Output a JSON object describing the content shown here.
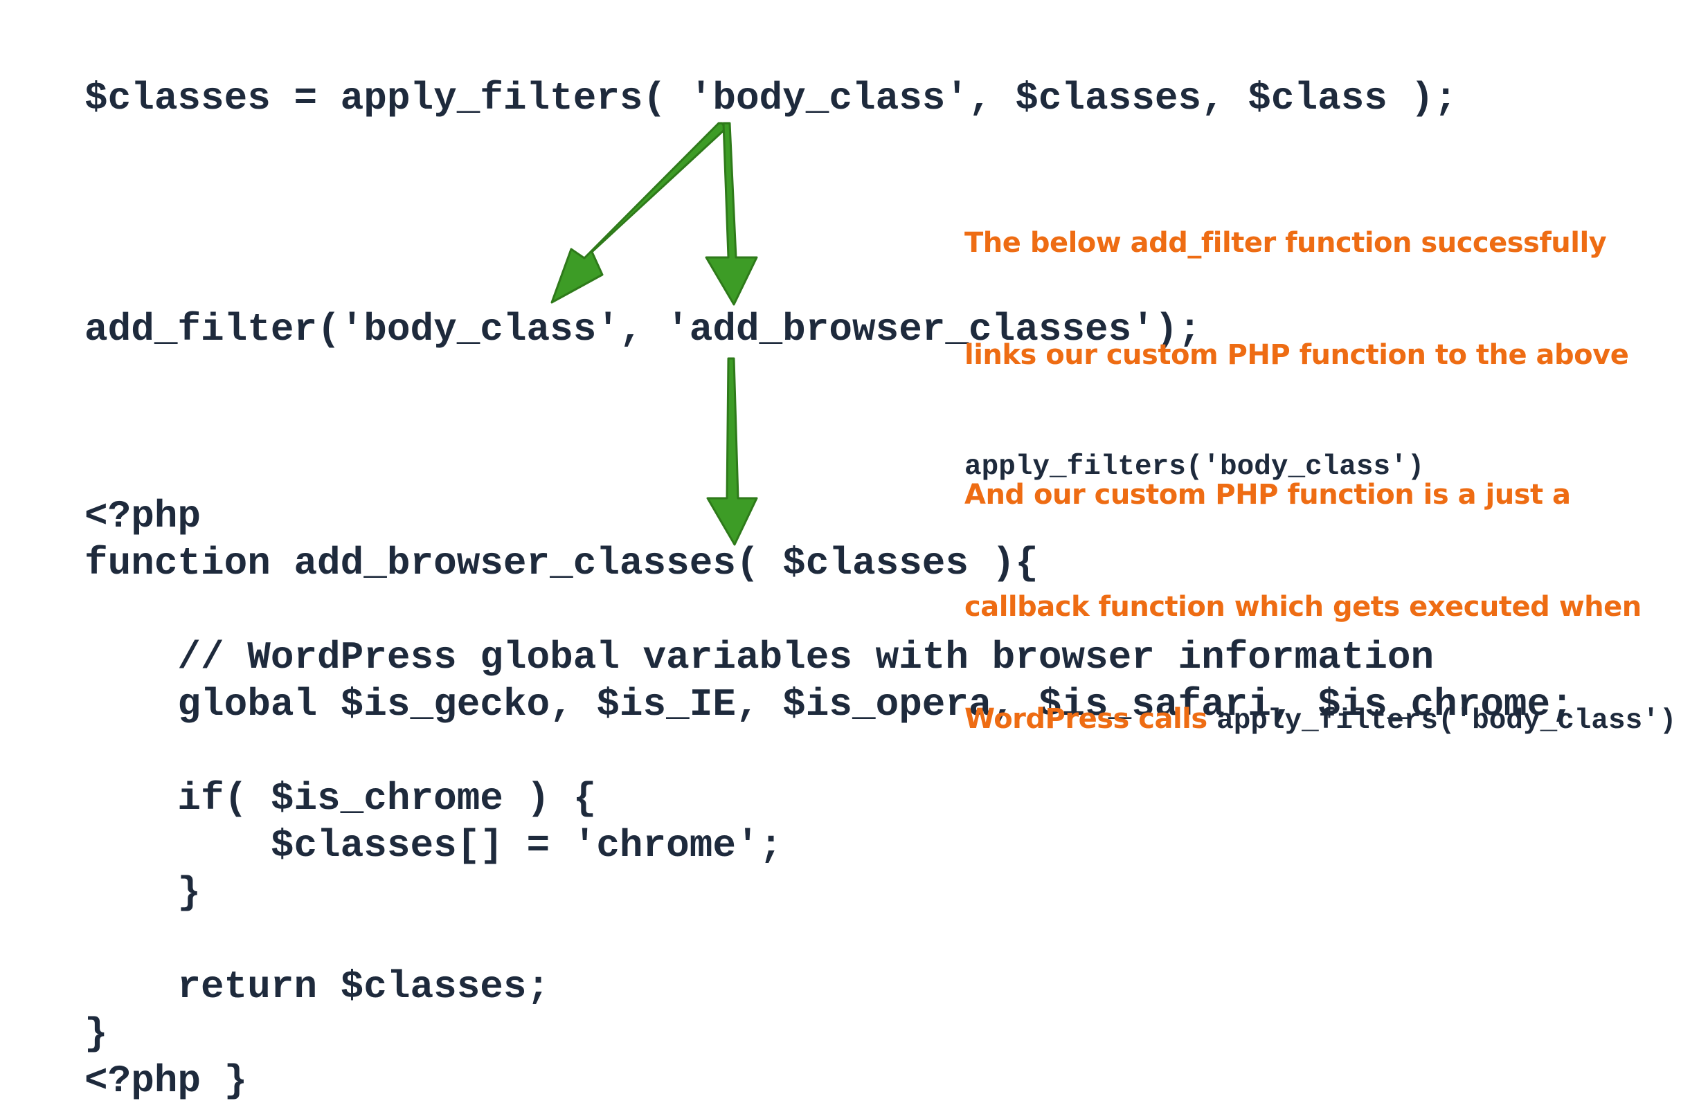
{
  "code": {
    "apply_filters_line": "$classes = apply_filters( 'body_class', $classes, $class );",
    "add_filter_line": "add_filter('body_class', 'add_browser_classes');",
    "function_block": [
      "<?php",
      "function add_browser_classes( $classes ){",
      "",
      "    // WordPress global variables with browser information",
      "    global $is_gecko, $is_IE, $is_opera, $is_safari, $is_chrome;",
      "",
      "    if( $is_chrome ) {",
      "        $classes[] = 'chrome';",
      "    }",
      "",
      "    return $classes;",
      "}",
      "<?php }"
    ]
  },
  "notes": {
    "note1_line1": "The below add_filter function successfully",
    "note1_line2": "links our custom PHP function to the above",
    "note1_code": "apply_filters('body_class')",
    "note2_line1": "And our custom PHP function is a just a",
    "note2_line2": "callback function which gets executed when",
    "note2_line3": "WordPress calls ",
    "note2_code": "apply_filters('body_class')"
  },
  "colors": {
    "code_text": "#1e2a3c",
    "annotation_text": "#ee6c13",
    "arrow_fill": "#3d9c26",
    "arrow_stroke": "#2e7a1a"
  }
}
